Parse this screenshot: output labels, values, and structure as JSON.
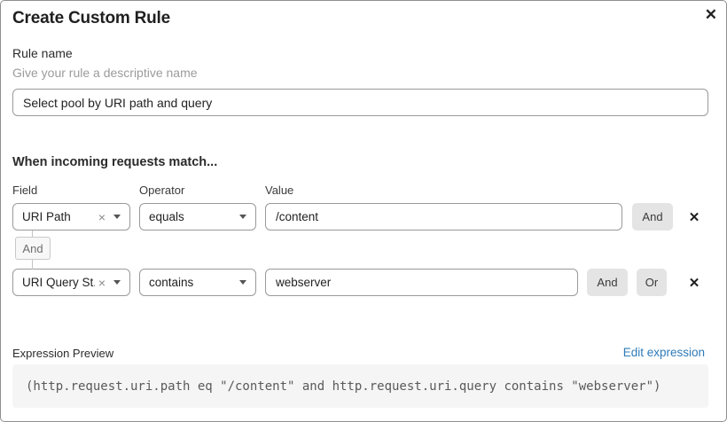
{
  "modal": {
    "title": "Create Custom Rule"
  },
  "icons": {
    "close": "✕",
    "remove": "✕",
    "clear": "×"
  },
  "rule_name": {
    "label": "Rule name",
    "hint": "Give your rule a descriptive name",
    "value": "Select pool by URI path and query"
  },
  "matcher": {
    "heading": "When incoming requests match...",
    "column_labels": {
      "field": "Field",
      "operator": "Operator",
      "value": "Value"
    },
    "rows": [
      {
        "field": "URI Path",
        "operator": "equals",
        "value": "/content",
        "and_label": "And"
      },
      {
        "field": "URI Query St...",
        "operator": "contains",
        "value": "webserver",
        "and_label": "And",
        "or_label": "Or"
      }
    ],
    "connector_label": "And"
  },
  "expression": {
    "label": "Expression Preview",
    "edit_link": "Edit expression",
    "code": "(http.request.uri.path eq \"/content\" and http.request.uri.query contains \"webserver\")"
  },
  "colors": {
    "link_blue": "#2e7bb8",
    "button_gray": "#e4e4e4",
    "border_gray": "#9a9a9a"
  }
}
